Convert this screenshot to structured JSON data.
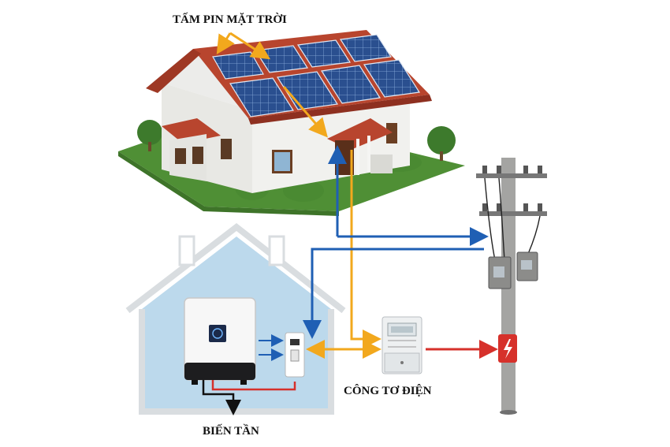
{
  "labels": {
    "solar_panels": "TẤM PIN MẶT TRỜI",
    "electric_meter": "CÔNG TƠ ĐIỆN",
    "inverter": "BIẾN TẦN"
  },
  "colors": {
    "flow_yellow": "#f2a81d",
    "flow_blue": "#1f5fb4",
    "flow_red": "#d6312b",
    "house_fill": "#bcd9ec",
    "panel_blue": "#2a4f8f",
    "roof_red": "#b8452e"
  }
}
